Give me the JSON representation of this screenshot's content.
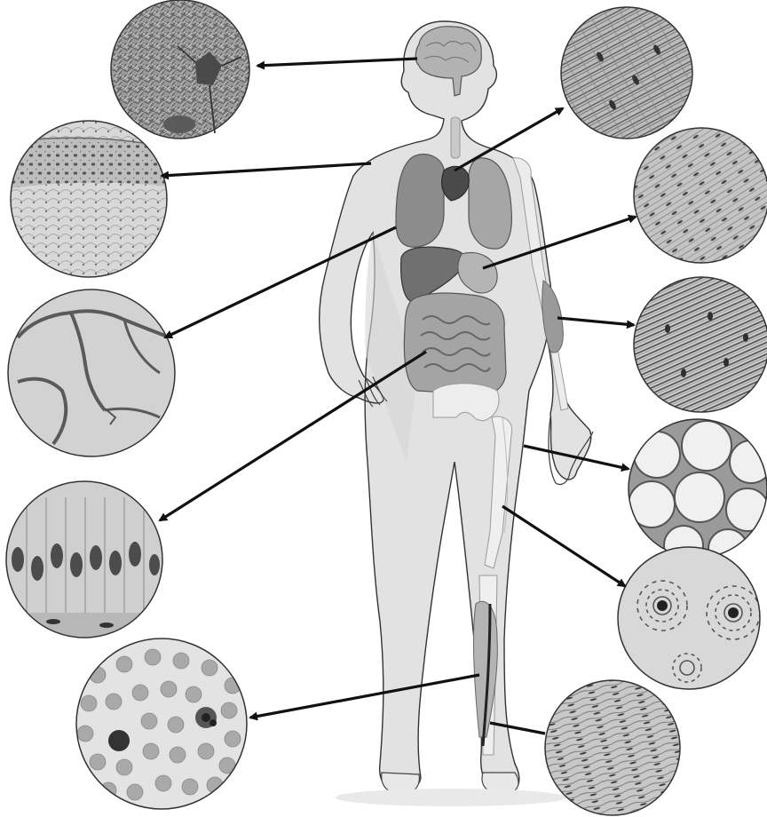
{
  "figure": {
    "subject": "human-body-with-organs",
    "grayscale": true,
    "tissue_samples": [
      {
        "id": "nervous-tissue",
        "icon": "neuron-micrograph-icon",
        "points_to": "brain"
      },
      {
        "id": "stratified-epithelium",
        "icon": "epithelium-micrograph-icon",
        "points_to": "skin"
      },
      {
        "id": "alveolar-tissue",
        "icon": "alveoli-micrograph-icon",
        "points_to": "lung"
      },
      {
        "id": "columnar-epithelium",
        "icon": "columnar-cells-micrograph-icon",
        "points_to": "intestine"
      },
      {
        "id": "blood",
        "icon": "blood-cells-micrograph-icon",
        "points_to": "leg-vessel"
      },
      {
        "id": "cardiac-muscle",
        "icon": "cardiac-muscle-micrograph-icon",
        "points_to": "heart"
      },
      {
        "id": "smooth-muscle",
        "icon": "smooth-muscle-micrograph-icon",
        "points_to": "stomach"
      },
      {
        "id": "skeletal-muscle",
        "icon": "skeletal-muscle-micrograph-icon",
        "points_to": "forearm-muscle"
      },
      {
        "id": "adipose-tissue",
        "icon": "adipose-micrograph-icon",
        "points_to": "thigh"
      },
      {
        "id": "compact-bone",
        "icon": "bone-micrograph-icon",
        "points_to": "femur"
      },
      {
        "id": "dense-connective-tissue",
        "icon": "tendon-micrograph-icon",
        "points_to": "achilles-tendon"
      }
    ]
  }
}
